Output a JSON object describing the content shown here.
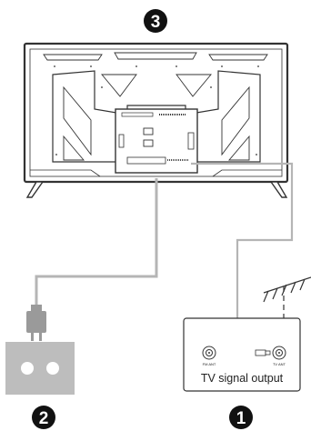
{
  "steps": {
    "step_1": "1",
    "step_2": "2",
    "step_3": "3"
  },
  "wall_panel": {
    "left_jack_label": "FM ANT",
    "right_jack_label": "TV ANT",
    "caption": "TV signal output"
  },
  "icons": {
    "tv": "tv-back-panel-icon",
    "antenna": "antenna-icon",
    "power_socket": "power-socket-icon",
    "power_plug": "power-plug-icon",
    "coax_connector": "coax-connector-icon"
  },
  "colors": {
    "tv_outline": "#333333",
    "cable": "#b5b5b5",
    "socket_fill": "#bdbdbd",
    "plug_fill": "#9a9a9a",
    "badge_fill": "#111111"
  }
}
